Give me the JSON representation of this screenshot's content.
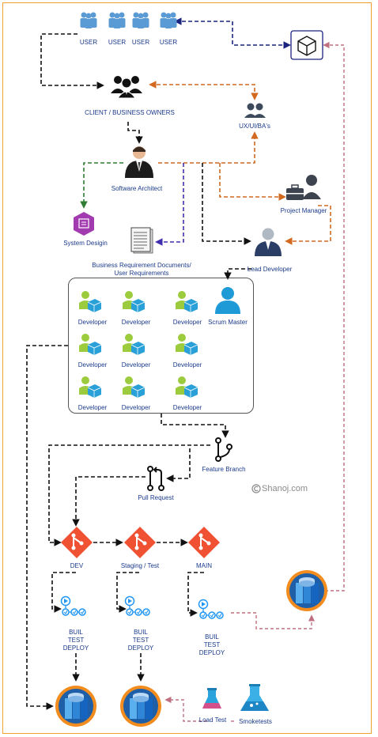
{
  "users": [
    "USER",
    "USER",
    "USER",
    "USER"
  ],
  "client": "CLIENT / BUSINESS OWNERS",
  "ux": "UX/UI/BA's",
  "architect": "Software Architect",
  "project_manager": "Project Manager",
  "system_design": "System Desigin",
  "brd_line1": "Business Requirement Documents/",
  "brd_line2": "User Requirements",
  "lead_dev": "Lead Developer",
  "developers": [
    "Developer",
    "Developer",
    "Developer",
    "Developer",
    "Developer",
    "Developer",
    "Developer",
    "Developer",
    "Developer"
  ],
  "scrum": "Scrum Master",
  "feature_branch": "Feature Branch",
  "pull_request": "Pull Request",
  "credit": "Shanoj.com",
  "branches": [
    "DEV",
    "Staging / Test",
    "MAIN"
  ],
  "pipeline_label": [
    "BUIL",
    "TEST",
    "DEPLOY"
  ],
  "load_test": "Load Test",
  "smoke": "Smoketests",
  "colors": {
    "frame": "#f0a030",
    "label": "#1a3a8a",
    "black_arrow": "#111111",
    "blue_arrow": "#1a237e",
    "orange_arrow": "#d2691e",
    "green_arrow": "#2e7d32",
    "purple_arrow": "#3f2fb0",
    "pink_arrow": "#c07080",
    "git": "#f05133",
    "server": "#1e5fa8"
  },
  "icons": [
    "user-icon",
    "client-group-icon",
    "ux-team-icon",
    "architect-icon",
    "project-manager-icon",
    "system-design-icon",
    "document-icon",
    "lead-developer-icon",
    "developer-icon",
    "scrum-master-icon",
    "branch-icon",
    "pull-request-icon",
    "git-icon",
    "pipeline-icon",
    "server-icon",
    "flask-icon",
    "cube-icon"
  ]
}
